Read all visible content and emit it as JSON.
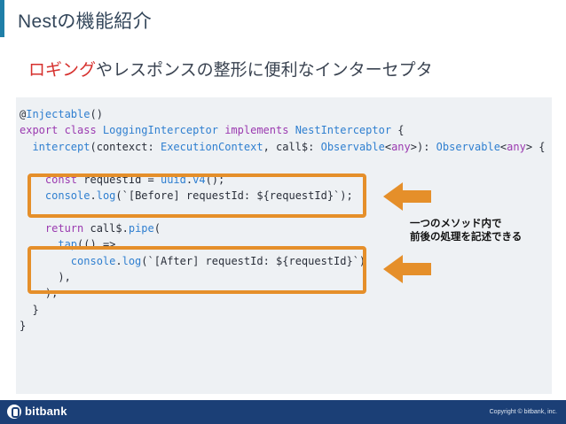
{
  "slide": {
    "title": "Nestの機能紹介",
    "subtitle_highlight": "ロギング",
    "subtitle_rest": "やレスポンスの整形に便利なインターセプタ"
  },
  "code_lines": [
    [
      {
        "t": "@",
        "c": ""
      },
      {
        "t": "Injectable",
        "c": "fn"
      },
      {
        "t": "()",
        "c": ""
      }
    ],
    [
      {
        "t": "export class ",
        "c": "kw"
      },
      {
        "t": "LoggingInterceptor ",
        "c": "ty"
      },
      {
        "t": "implements ",
        "c": "kw"
      },
      {
        "t": "NestInterceptor",
        "c": "ty"
      },
      {
        "t": " {",
        "c": ""
      }
    ],
    [
      {
        "t": "  ",
        "c": ""
      },
      {
        "t": "intercept",
        "c": "fn"
      },
      {
        "t": "(contexct: ",
        "c": ""
      },
      {
        "t": "ExecutionContext",
        "c": "ty"
      },
      {
        "t": ", call$: ",
        "c": ""
      },
      {
        "t": "Observable",
        "c": "ty"
      },
      {
        "t": "<",
        "c": ""
      },
      {
        "t": "any",
        "c": "kw"
      },
      {
        "t": ">): ",
        "c": ""
      },
      {
        "t": "Observable",
        "c": "ty"
      },
      {
        "t": "<",
        "c": ""
      },
      {
        "t": "any",
        "c": "kw"
      },
      {
        "t": "> {",
        "c": ""
      }
    ],
    [],
    [
      {
        "t": "    ",
        "c": ""
      },
      {
        "t": "const ",
        "c": "kw"
      },
      {
        "t": "requestId = ",
        "c": ""
      },
      {
        "t": "uuid",
        "c": "ty"
      },
      {
        "t": ".",
        "c": ""
      },
      {
        "t": "v4",
        "c": "fn"
      },
      {
        "t": "();",
        "c": ""
      }
    ],
    [
      {
        "t": "    ",
        "c": ""
      },
      {
        "t": "console",
        "c": "ty"
      },
      {
        "t": ".",
        "c": ""
      },
      {
        "t": "log",
        "c": "fn"
      },
      {
        "t": "(`[Before] requestId: ${requestId}`);",
        "c": ""
      }
    ],
    [],
    [
      {
        "t": "    ",
        "c": ""
      },
      {
        "t": "return ",
        "c": "kw"
      },
      {
        "t": "call$.",
        "c": ""
      },
      {
        "t": "pipe",
        "c": "fn"
      },
      {
        "t": "(",
        "c": ""
      }
    ],
    [
      {
        "t": "      ",
        "c": ""
      },
      {
        "t": "tap",
        "c": "fn"
      },
      {
        "t": "(() =>",
        "c": ""
      }
    ],
    [
      {
        "t": "        ",
        "c": ""
      },
      {
        "t": "console",
        "c": "ty"
      },
      {
        "t": ".",
        "c": ""
      },
      {
        "t": "log",
        "c": "fn"
      },
      {
        "t": "(`[After] requestId: ${requestId}`)",
        "c": ""
      }
    ],
    [
      {
        "t": "      ),",
        "c": ""
      }
    ],
    [
      {
        "t": "    );",
        "c": ""
      }
    ],
    [
      {
        "t": "  }",
        "c": ""
      }
    ],
    [
      {
        "t": "}",
        "c": ""
      }
    ]
  ],
  "annotation": {
    "line1": "一つのメソッド内で",
    "line2": "前後の処理を記述できる"
  },
  "footer": {
    "brand": "bitbank",
    "copyright": "Copyright © bitbank, inc."
  },
  "icons": {
    "arrow": "arrow-left-icon",
    "logo": "bitbank-logo-icon"
  },
  "colors": {
    "accent": "#d6302d",
    "highlight": "#e58f2a",
    "footer_bg": "#1b3f76",
    "title_bar": "#1f7fa8"
  }
}
